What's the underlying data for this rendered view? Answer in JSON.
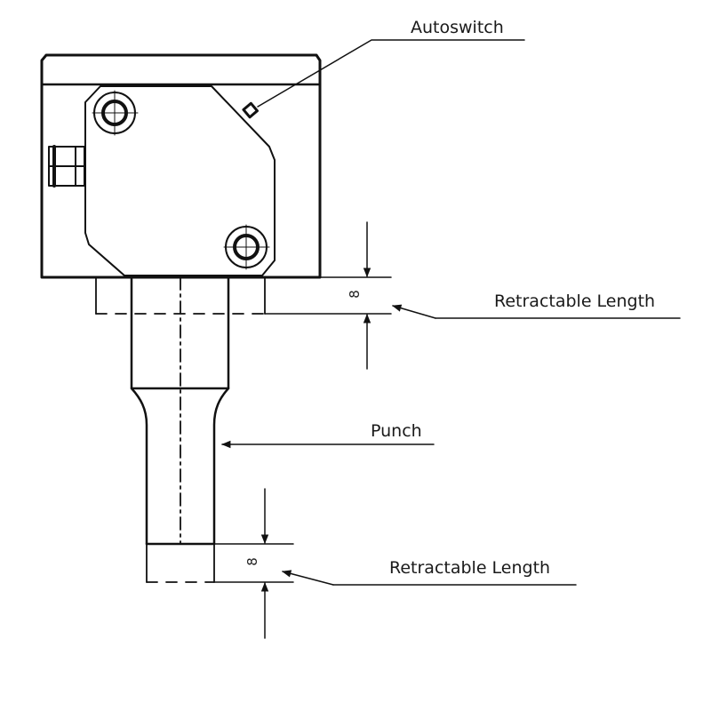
{
  "labels": {
    "autoswitch": "Autoswitch",
    "retractable_top": "Retractable Length",
    "punch": "Punch",
    "retractable_bottom": "Retractable Length"
  },
  "dimensions": {
    "top_value": "8",
    "bottom_value": "8"
  },
  "colors": {
    "line": "#111111",
    "background": "#ffffff"
  }
}
